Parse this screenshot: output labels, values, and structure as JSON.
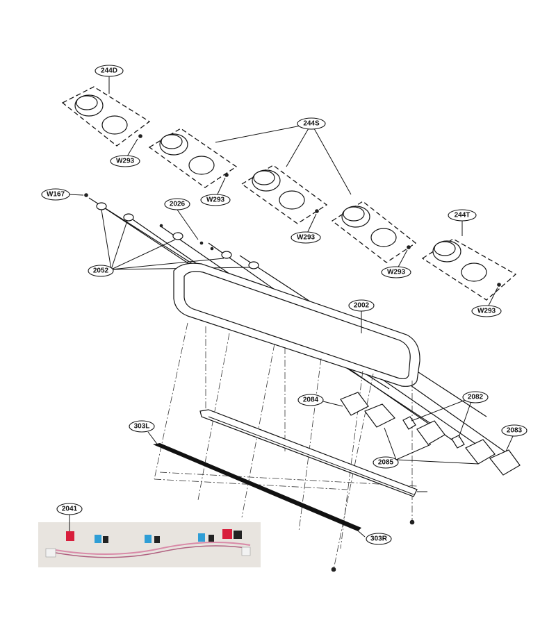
{
  "callouts": {
    "c244D": "244D",
    "c244S": "244S",
    "c244T": "244T",
    "w293": "W293",
    "w167": "W167",
    "c2026": "2026",
    "c2052": "2052",
    "c2002": "2002",
    "c2084": "2084",
    "c2082": "2082",
    "c2083": "2083",
    "c2085": "2085",
    "c303L": "303L",
    "c303R": "303R",
    "c2041": "2041"
  },
  "colors": {
    "wire_red": "#d81e3c",
    "wire_blue": "#2f9ed6",
    "wire_pink": "#d98aa8",
    "connector_black": "#222222",
    "connector_white": "#f2f2f2"
  }
}
